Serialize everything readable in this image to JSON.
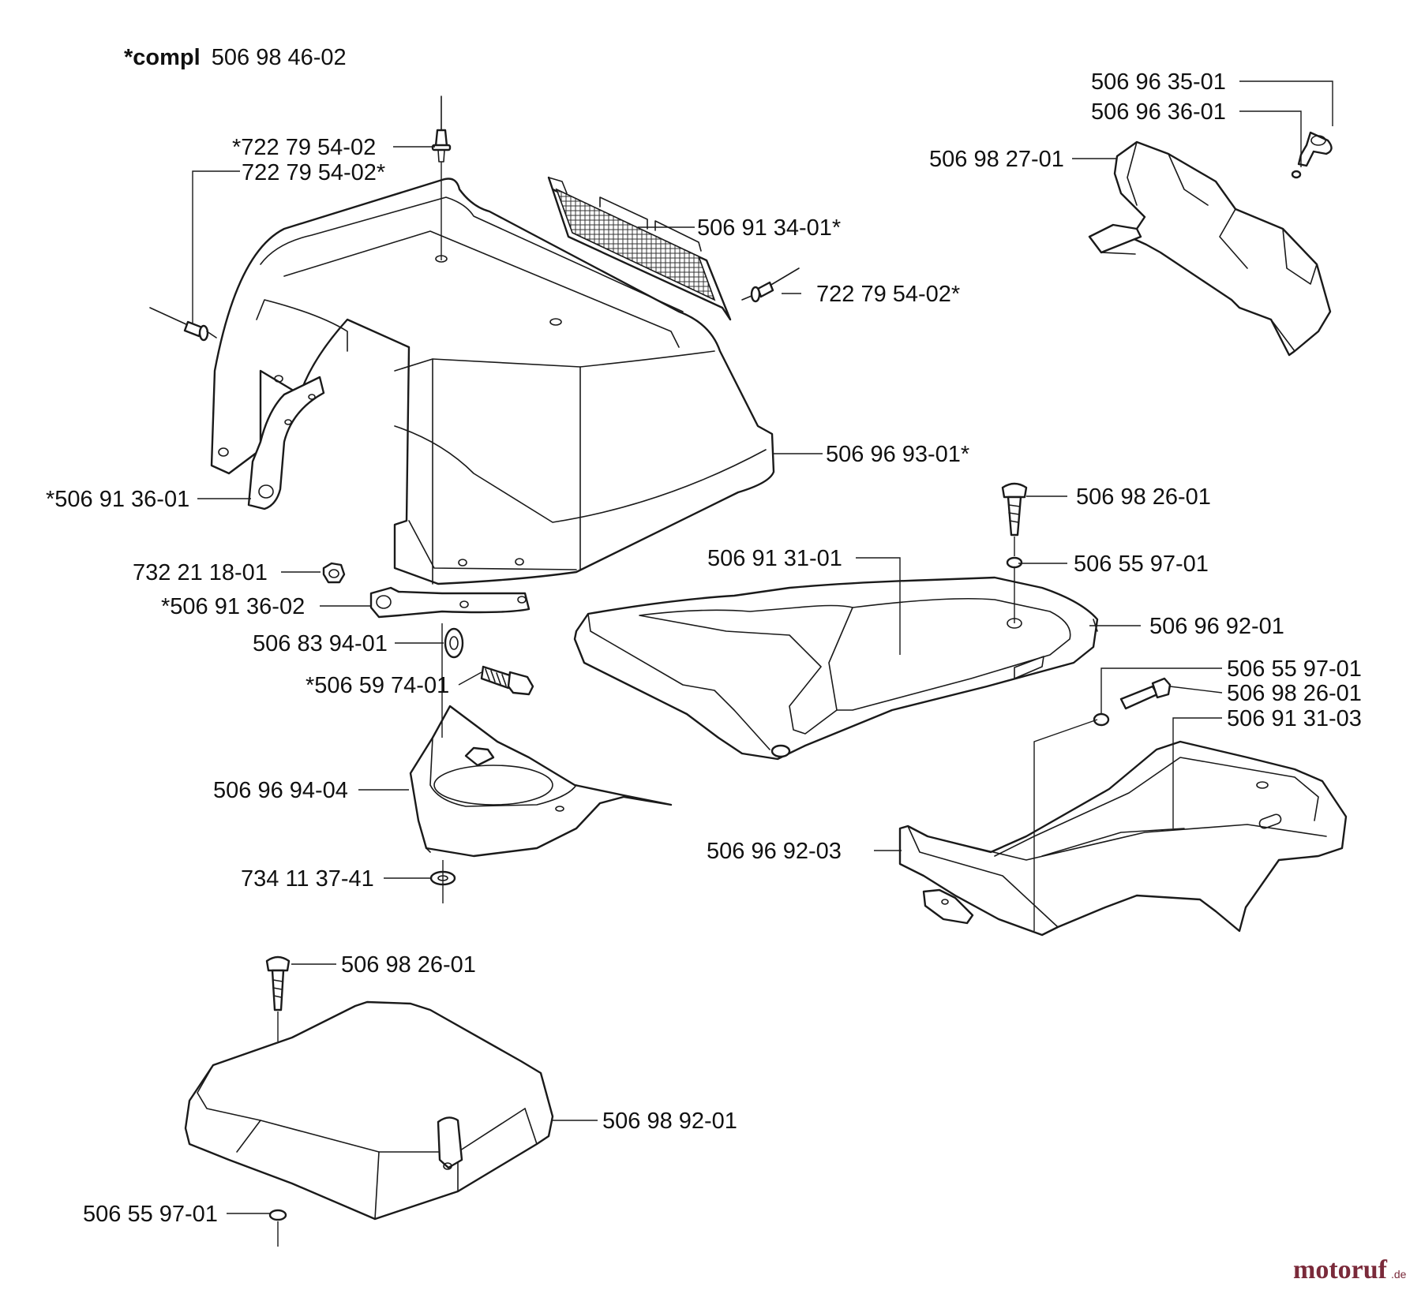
{
  "diagram": {
    "compl_prefix": "*compl",
    "compl_number": "506 98 46-02",
    "watermark": {
      "main": "motoruf",
      "suffix": ".de",
      "color": "#7a2a3a"
    },
    "labels": {
      "l01": "506 96 35-01",
      "l02": "506 96 36-01",
      "l03": "506 98 27-01",
      "l04": "*722 79 54-02",
      "l05": "722 79 54-02*",
      "l06": "506 91 34-01*",
      "l07": "722 79 54-02*",
      "l08": "506 96 93-01*",
      "l09": "*506 91 36-01",
      "l10": "506 98 26-01",
      "l11": "506 55 97-01",
      "l12": "506 91 31-01",
      "l13": "732 21 18-01",
      "l14": "*506 91 36-02",
      "l15": "506 96 92-01",
      "l16": "506 83 94-01",
      "l17": "*506 59 74-01",
      "l18": "506 55 97-01",
      "l19": "506 98 26-01",
      "l20": "506 91 31-03",
      "l21": "506 96 94-04",
      "l22": "506 96 92-03",
      "l23": "734 11 37-41",
      "l24": "506 98 26-01",
      "l25": "506 98 92-01",
      "l26": "506 55 97-01"
    }
  }
}
